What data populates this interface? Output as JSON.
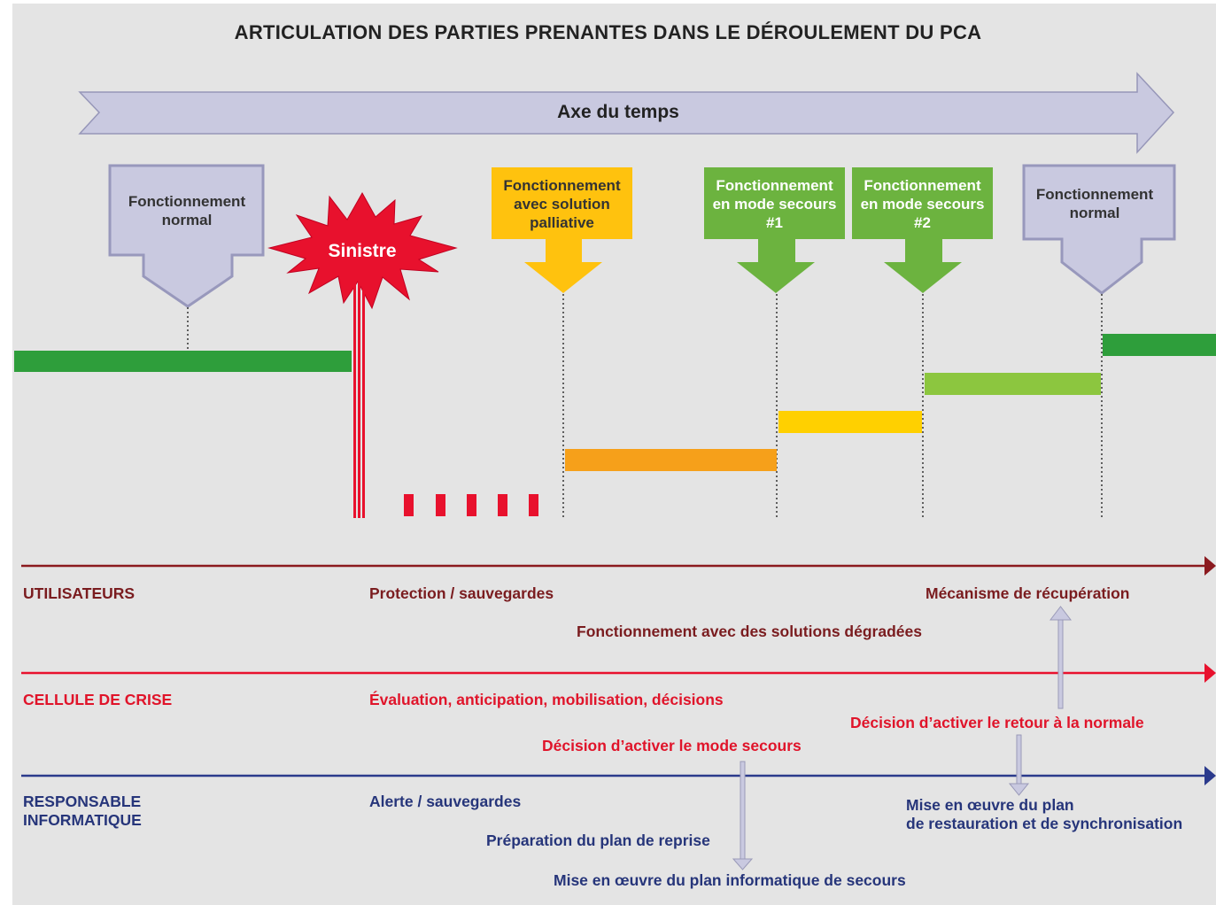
{
  "title": "ARTICULATION DES PARTIES PRENANTES DANS LE DÉROULEMENT DU PCA",
  "time_axis": {
    "label": "Axe du temps"
  },
  "phases": [
    {
      "id": "normal-1",
      "label": "Fonctionnement normal",
      "color": "#c9c9e0"
    },
    {
      "id": "sinistre",
      "label": "Sinistre",
      "color": "#e8112d"
    },
    {
      "id": "palliative",
      "label": "Fonctionnement avec solution palliative",
      "color": "#ffc20e"
    },
    {
      "id": "secours-1",
      "label": "Fonctionnement en mode secours #1",
      "color": "#6cb33f"
    },
    {
      "id": "secours-2",
      "label": "Fonctionnement en mode secours #2",
      "color": "#6cb33f"
    },
    {
      "id": "normal-2",
      "label": "Fonctionnement normal",
      "color": "#c9c9e0"
    }
  ],
  "lanes": {
    "utilisateurs": {
      "name": "UTILISATEURS",
      "color": "#8b1a1f",
      "text_color": "#7a1c1f",
      "items": [
        "Protection / sauvegardes",
        "Mécanisme de récupération",
        "Fonctionnement avec des solutions dégradées"
      ]
    },
    "cellule": {
      "name": "CELLULE DE CRISE",
      "color": "#e8112d",
      "text_color": "#e0142a",
      "items": [
        "Évaluation, anticipation, mobilisation, décisions",
        "Décision d’activer le retour à la normale",
        "Décision d’activer le mode secours"
      ]
    },
    "informatique": {
      "name_line1": "RESPONSABLE",
      "name_line2": "INFORMATIQUE",
      "color": "#2b3a8c",
      "text_color": "#26357a",
      "items": [
        "Alerte / sauvegardes",
        "Préparation du plan de reprise",
        "Mise en œuvre du plan informatique de secours",
        "Mise en œuvre du plan",
        "de restauration et de synchronisation"
      ]
    }
  },
  "colors": {
    "level_dark_green": "#2e9e3b",
    "level_orange": "#f6a01a",
    "level_yellow": "#ffd000",
    "level_light_green": "#8cc63f",
    "connector_arrow": "#c9c9e0"
  }
}
